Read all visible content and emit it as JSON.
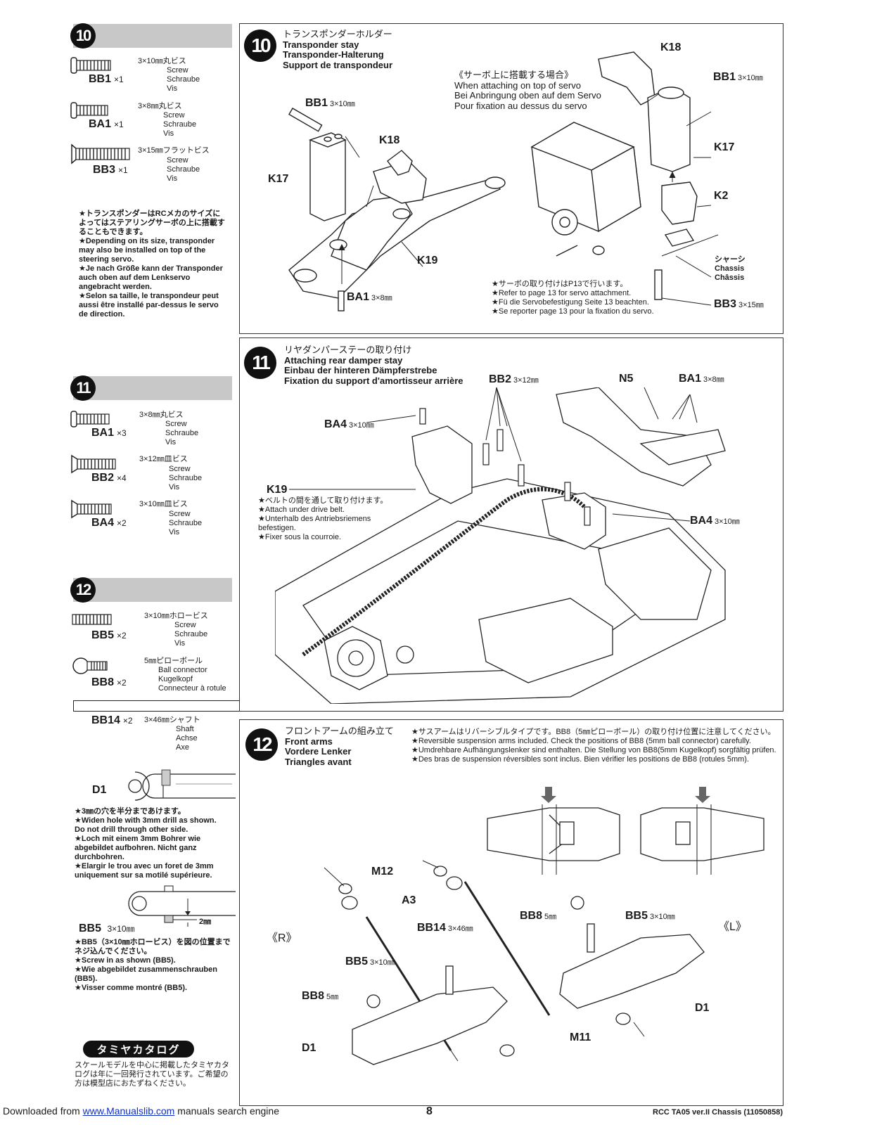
{
  "sidebar": {
    "step10": {
      "num": "10",
      "parts": [
        {
          "code": "BB1",
          "qty": "×1",
          "size": "3×10㎜丸ビス",
          "lines": [
            "Screw",
            "Schraube",
            "Vis"
          ]
        },
        {
          "code": "BA1",
          "qty": "×1",
          "size": "3×8㎜丸ビス",
          "lines": [
            "Screw",
            "Schraube",
            "Vis"
          ]
        },
        {
          "code": "BB3",
          "qty": "×1",
          "size": "3×15㎜フラットビス",
          "lines": [
            "Screw",
            "Schraube",
            "Vis"
          ]
        }
      ],
      "note": [
        "★トランスポンダーはRCメカのサイズによってはステアリングサーボの上に搭載することもできます。",
        "★Depending on its size, transponder may also be installed on top of the steering servo.",
        "★Je nach Größe kann der Transponder auch oben auf dem Lenkservo angebracht werden.",
        "★Selon sa taille, le transpondeur peut aussi être installé par-dessus le servo de direction."
      ]
    },
    "step11": {
      "num": "11",
      "parts": [
        {
          "code": "BA1",
          "qty": "×3",
          "size": "3×8㎜丸ビス",
          "lines": [
            "Screw",
            "Schraube",
            "Vis"
          ]
        },
        {
          "code": "BB2",
          "qty": "×4",
          "size": "3×12㎜皿ビス",
          "lines": [
            "Screw",
            "Schraube",
            "Vis"
          ]
        },
        {
          "code": "BA4",
          "qty": "×2",
          "size": "3×10㎜皿ビス",
          "lines": [
            "Screw",
            "Schraube",
            "Vis"
          ]
        }
      ]
    },
    "step12": {
      "num": "12",
      "parts": [
        {
          "code": "BB5",
          "qty": "×2",
          "size": "3×10㎜ホロービス",
          "lines": [
            "Screw",
            "Schraube",
            "Vis"
          ]
        },
        {
          "code": "BB8",
          "qty": "×2",
          "size": "5㎜ピローボール",
          "lines": [
            "Ball connector",
            "Kugelkopf",
            "Connecteur à rotule"
          ]
        },
        {
          "code": "BB14",
          "qty": "×2",
          "size": "3×46㎜シャフト",
          "lines": [
            "Shaft",
            "Achse",
            "Axe"
          ]
        }
      ],
      "d1": "D1",
      "drill_note": [
        "★3㎜の穴を半分まであけます。",
        "★Widen hole with 3mm drill as shown.",
        "Do not drill through other side.",
        "★Loch mit einem 3mm Bohrer wie abgebildet aufbohren. Nicht ganz durchbohren.",
        "★Elargir le trou avec un foret de 3mm uniquement sur sa motilé supérieure."
      ],
      "bb5_label": "BB5",
      "bb5_size": "3×10㎜",
      "gap": "2㎜",
      "screw_note": [
        "★BB5（3×10㎜ホロービス）を図の位置までネジ込んでください。",
        "★Screw in as shown (BB5).",
        "★Wie abgebildet zusammenschrauben (BB5).",
        "★Visser comme montré (BB5)."
      ]
    },
    "catalog": {
      "title": "タミヤカタログ",
      "text": "スケールモデルを中心に掲載したタミヤカタログは年に一回発行されています。ご希望の方は模型店におたずねください。"
    }
  },
  "panel10": {
    "num": "10",
    "titles": [
      "トランスポンダーホルダー",
      "Transponder stay",
      "Transponder-Halterung",
      "Support de transpondeur"
    ],
    "servo_titles": [
      "《サーボ上に搭載する場合》",
      "When attaching on top of servo",
      "Bei Anbringung oben auf dem Servo",
      "Pour fixation au dessus du servo"
    ],
    "labels": {
      "bb1": "BB1",
      "bb1_size": "3×10㎜",
      "k18": "K18",
      "k17": "K17",
      "k19": "K19",
      "ba1": "BA1",
      "ba1_size": "3×8㎜",
      "k2": "K2",
      "bb3": "BB3",
      "bb3_size": "3×15㎜"
    },
    "chassis": [
      "シャーシ",
      "Chassis",
      "Châssis"
    ],
    "servo_note": [
      "★サーボの取り付けはP13で行います。",
      "★Refer to page 13 for servo attachment.",
      "★Fü die Servobefestigung Seite 13 beachten.",
      "★Se reporter page 13 pour la fixation du servo."
    ]
  },
  "panel11": {
    "num": "11",
    "titles": [
      "リヤダンパーステーの取り付け",
      "Attaching rear damper stay",
      "Einbau der hinteren Dämpferstrebe",
      "Fixation du support d'amortisseur arrière"
    ],
    "labels": {
      "bb2": "BB2",
      "bb2_size": "3×12㎜",
      "n5": "N5",
      "ba1": "BA1",
      "ba1_size": "3×8㎜",
      "ba4": "BA4",
      "ba4_size": "3×10㎜",
      "k19": "K19"
    },
    "k19_note": [
      "★ベルトの間を通して取り付けます。",
      "★Attach under drive belt.",
      "★Unterhalb des Antriebsriemens befestigen.",
      "★Fixer sous la courroie."
    ]
  },
  "panel12": {
    "num": "12",
    "titles": [
      "フロントアームの組み立て",
      "Front arms",
      "Vordere Lenker",
      "Triangles avant"
    ],
    "note": [
      "★サスアームはリバーシブルタイプです。BB8（5㎜ピローボール）の取り付け位置に注意してください。",
      "★Reversible suspension arms included. Check the positions of BB8 (5mm ball connector) carefully.",
      "★Umdrehbare Aufhängungslenker sind enthalten. Die Stellung von BB8(5mm Kugelkopf) sorgfältig prüfen.",
      "★Des bras de suspension réversibles sont inclus. Bien vérifier les positions de BB8 (rotules 5mm)."
    ],
    "labels": {
      "m12": "M12",
      "a3": "A3",
      "bb14": "BB14",
      "bb14_size": "3×46㎜",
      "bb5": "BB5",
      "bb5_size": "3×10㎜",
      "bb8": "BB8",
      "bb8_size": "5㎜",
      "d1": "D1",
      "m11": "M11",
      "bb8b": "BB8",
      "bb8b_size": "5㎜",
      "bb5b": "BB5",
      "bb5b_size": "3×10㎜",
      "d1b": "D1",
      "r": "《R》",
      "l": "《L》"
    }
  },
  "footer": {
    "page": "8",
    "model": "RCC TA05 ver.II Chassis (11050858)",
    "downloaded": "Downloaded from",
    "link": "www.Manualslib.com",
    "tail": "manuals search engine"
  }
}
